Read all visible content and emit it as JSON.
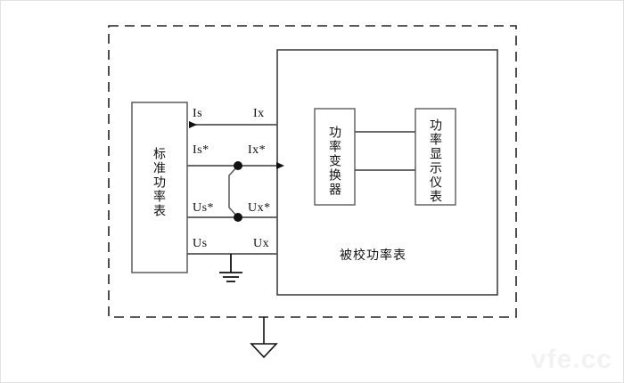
{
  "diagram": {
    "title_watermark": "vfe.cc",
    "standard_meter": {
      "label": "标准功率表"
    },
    "device_under_test": {
      "caption": "被校功率表",
      "converter_label": "功率变换器",
      "display_label": "功率显示仪表"
    },
    "signals": {
      "is": "Is",
      "ix": "Ix",
      "is_star": "Is*",
      "ix_star": "Ix*",
      "us_star": "Us*",
      "ux_star": "Ux*",
      "us": "Us",
      "ux": "Ux"
    },
    "symbols": {
      "ground_earth": "earth-ground-symbol",
      "chassis_ground": "chassis-ground-triangle",
      "junction_upper": "junction-dot",
      "junction_lower": "junction-dot"
    },
    "colors": {
      "line": "#555555",
      "box_border": "#666666",
      "dashed_boundary": "#222222",
      "text": "#111111",
      "watermark": "#f2f2f2"
    }
  }
}
